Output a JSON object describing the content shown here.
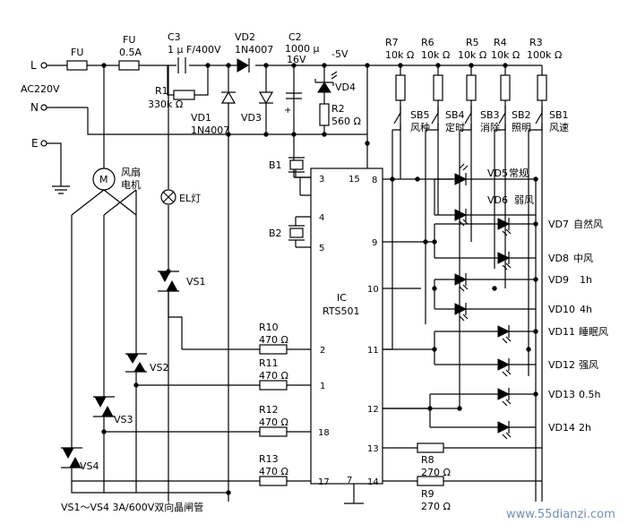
{
  "terminals": {
    "L": "L",
    "N": "N",
    "E": "E",
    "ac": "AC220V"
  },
  "fuses": [
    {
      "name": "FU",
      "value": ""
    },
    {
      "name": "FU",
      "value": "0.5A"
    }
  ],
  "capacitors": {
    "c3_name": "C3",
    "c3_value": "1 μ F/400V",
    "c2_name": "C2",
    "c2_value1": "1000 μ",
    "c2_value2": "16V"
  },
  "diodes": {
    "vd2_name": "VD2",
    "vd2_value": "1N4007",
    "vd1_name": "VD1",
    "vd1_value": "1N4007",
    "vd3_name": "VD3",
    "vd4_name": "VD4"
  },
  "resistors": {
    "r1_name": "R1",
    "r1_value": "330k Ω",
    "r2_name": "R2",
    "r2_value": "560 Ω",
    "top": [
      {
        "name": "R7",
        "value": "10k Ω"
      },
      {
        "name": "R6",
        "value": "10k Ω"
      },
      {
        "name": "R5",
        "value": "10k Ω"
      },
      {
        "name": "R4",
        "value": "10k Ω"
      },
      {
        "name": "R3",
        "value": "100k Ω"
      }
    ],
    "gate": [
      {
        "name": "R10",
        "value": "470 Ω",
        "pin": "2"
      },
      {
        "name": "R11",
        "value": "470 Ω",
        "pin": "1"
      },
      {
        "name": "R12",
        "value": "470 Ω",
        "pin": "18"
      },
      {
        "name": "R13",
        "value": "470 Ω",
        "pin": "17"
      }
    ],
    "r8_name": "R8",
    "r8_value": "270 Ω",
    "r9_name": "R9",
    "r9_value": "270 Ω"
  },
  "supply": "-5V",
  "switches": [
    {
      "name": "SB5",
      "label": "风种"
    },
    {
      "name": "SB4",
      "label": "定时"
    },
    {
      "name": "SB3",
      "label": "消除"
    },
    {
      "name": "SB2",
      "label": "照明"
    },
    {
      "name": "SB1",
      "label": "风速"
    }
  ],
  "buzzers": {
    "b1": "B1",
    "b2": "B2"
  },
  "ic": {
    "line1": "IC",
    "line2": "RTS501",
    "pins": {
      "p3": "3",
      "p15": "15",
      "p8": "8",
      "p4": "4",
      "p5": "5",
      "p9": "9",
      "p10": "10",
      "p11": "11",
      "p12": "12",
      "p13": "13",
      "p14": "14",
      "p7": "7"
    }
  },
  "motor": {
    "symbol": "M",
    "label1": "风扇",
    "label2": "电机"
  },
  "lamp": "EL灯",
  "triacs": [
    "VS1",
    "VS2",
    "VS3",
    "VS4"
  ],
  "leds": [
    {
      "name": "VD5",
      "label": "常规"
    },
    {
      "name": "VD6",
      "label": "弱风"
    },
    {
      "name": "VD7",
      "label": "自然风"
    },
    {
      "name": "VD8",
      "label": "中风"
    },
    {
      "name": "VD9",
      "label": "1h"
    },
    {
      "name": "VD10",
      "label": "4h"
    },
    {
      "name": "VD11",
      "label": "睡眠风"
    },
    {
      "name": "VD12",
      "label": "强风"
    },
    {
      "name": "VD13",
      "label": "0.5h"
    },
    {
      "name": "VD14",
      "label": "2h"
    }
  ],
  "footnote": "VS1～VS4 3A/600V双向晶闸管",
  "watermark": "www.55dianzi.com"
}
